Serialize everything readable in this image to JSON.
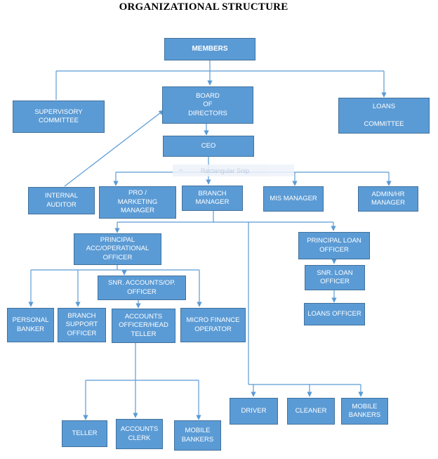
{
  "title": "ORGANIZATIONAL STRUCTURE",
  "colors": {
    "box_fill": "#5b9bd5",
    "box_border": "#41719c",
    "line": "#5b9bd5",
    "text": "#ffffff"
  },
  "nodes": {
    "members": "MEMBERS",
    "supervisory": "SUPERVISORY\nCOMMITTEE",
    "board": "BOARD\nOF\nDIRECTORS",
    "loans_committee": "LOANS\n\nCOMMITTEE",
    "ceo": "CEO",
    "internal_auditor": "INTERNAL\nAUDITOR",
    "pro_marketing": "PRO /\nMARKETING\nMANAGER",
    "branch_manager": "BRANCH\nMANAGER",
    "mis_manager": "MIS MANAGER",
    "admin_hr": "ADMIN/HR\nMANAGER",
    "principal_acc": "PRINCIPAL\nACC/OPERATIONAL\nOFFICER",
    "principal_loan": "PRINCIPAL LOAN\nOFFICER",
    "snr_accounts": "SNR. ACCOUNTS/OP.\nOFFICER",
    "snr_loan": "SNR. LOAN\nOFFICER",
    "loans_officer": "LOANS OFFICER",
    "personal_banker": "PERSONAL\nBANKER",
    "branch_support": "BRANCH\nSUPPORT\nOFFICER",
    "accounts_officer": "ACCOUNTS\nOFFICER/HEAD\nTELLER",
    "micro_finance": "MICRO FINANCE\nOPERATOR",
    "driver": "DRIVER",
    "cleaner": "CLEANER",
    "mobile_bankers_right": "MOBILE\nBANKERS",
    "teller": "TELLER",
    "accounts_clerk": "ACCOUNTS\nCLERK",
    "mobile_bankers_bottom": "MOBILE\nBANKERS"
  },
  "overlay": {
    "snip_icon": "scissors-icon",
    "snip_label": "Rectangular Snip"
  }
}
